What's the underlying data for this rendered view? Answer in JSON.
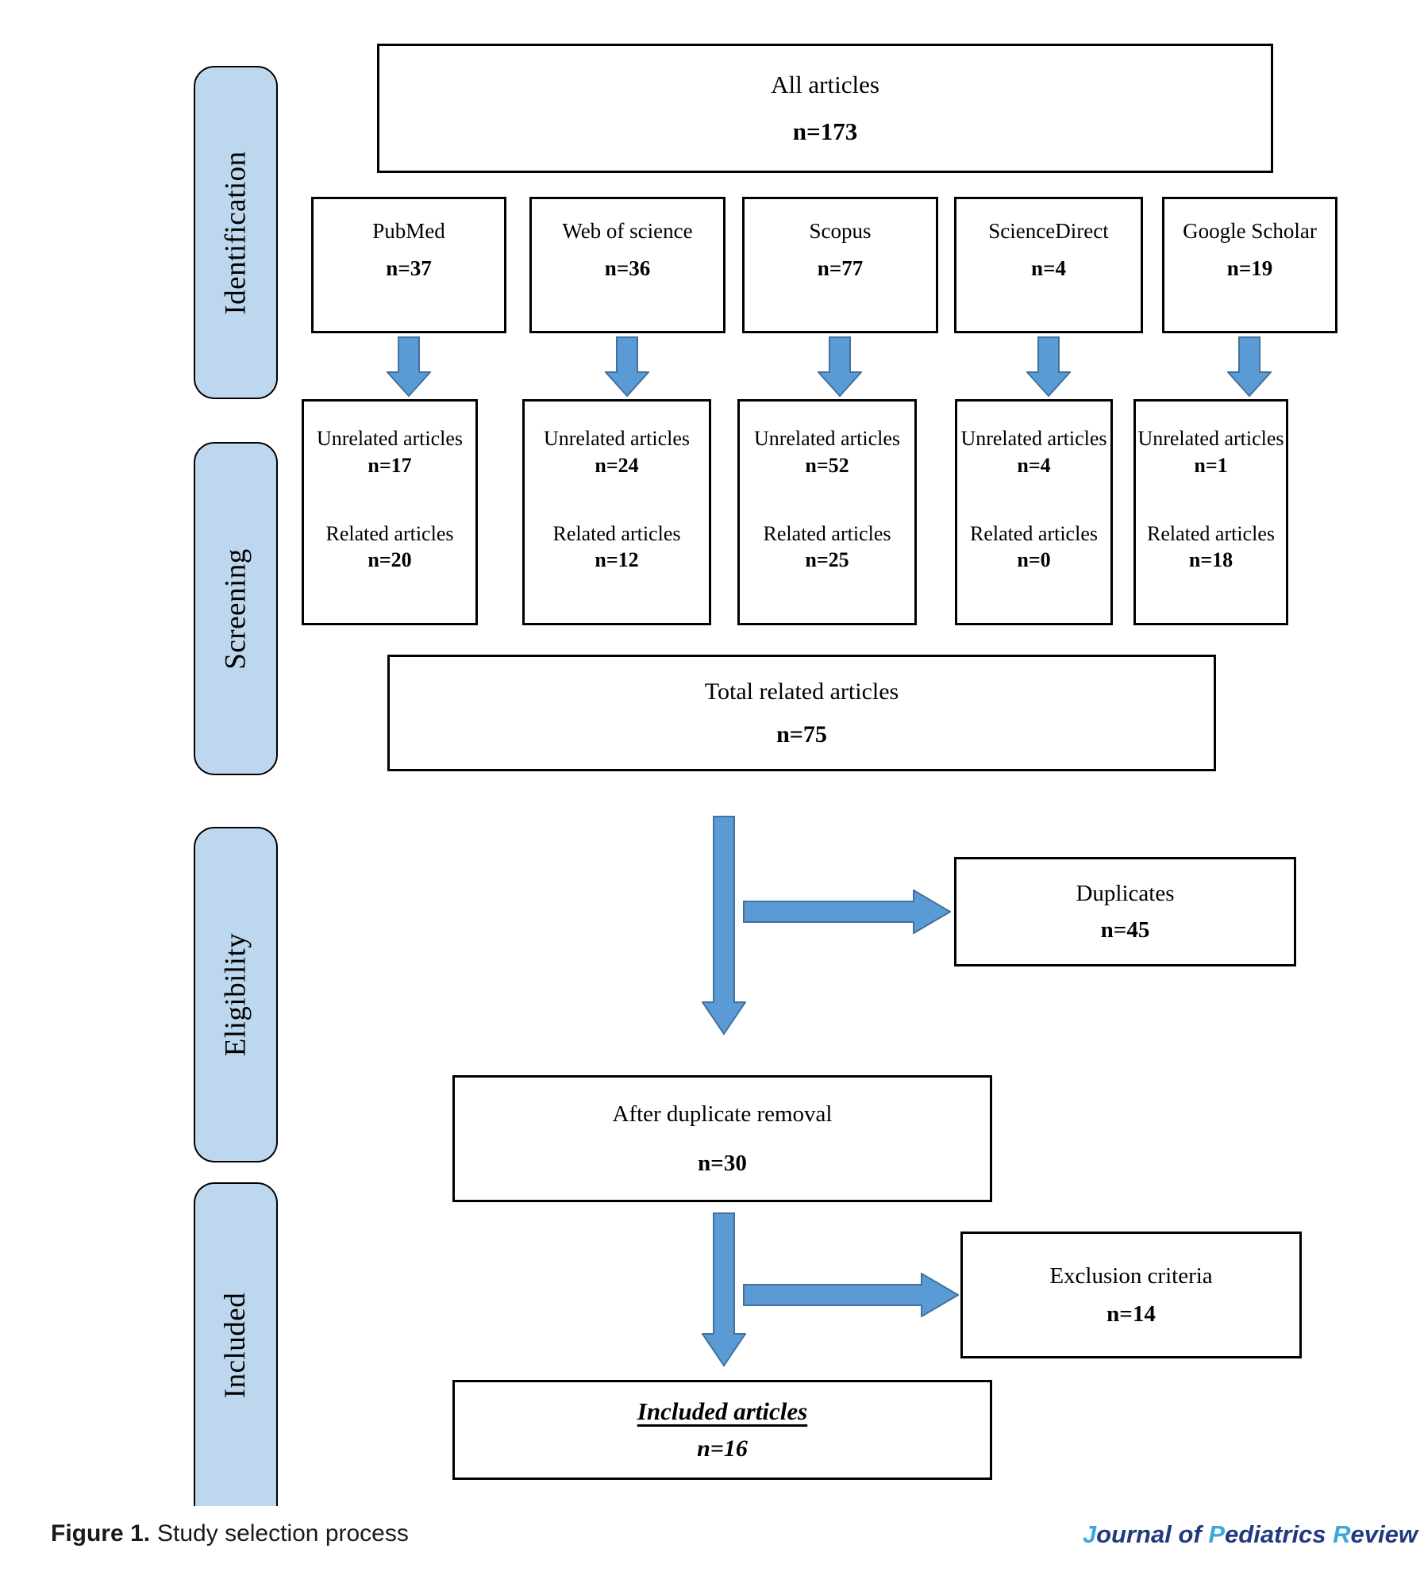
{
  "colors": {
    "band_fill": "#BDD7EE",
    "arrow_fill": "#5B9BD5",
    "arrow_stroke": "#41719C",
    "journal_light": "#3BA7DC",
    "journal_dark": "#213A7F"
  },
  "bands": [
    {
      "label": "Identification"
    },
    {
      "label": "Screening"
    },
    {
      "label": "Eligibility"
    },
    {
      "label": "Included"
    }
  ],
  "all_articles_box": {
    "title": "All articles",
    "count": "n=173"
  },
  "sources": [
    {
      "name": "PubMed",
      "count": "n=37"
    },
    {
      "name": "Web of science",
      "count": "n=36"
    },
    {
      "name": "Scopus",
      "count": "n=77"
    },
    {
      "name": "ScienceDirect",
      "count": "n=4"
    },
    {
      "name": "Google Scholar",
      "count": "n=19"
    }
  ],
  "screening": [
    {
      "unrelated_label": "Unrelated articles",
      "unrelated_n": "n=17",
      "related_label": "Related articles",
      "related_n": "n=20"
    },
    {
      "unrelated_label": "Unrelated articles",
      "unrelated_n": "n=24",
      "related_label": "Related articles",
      "related_n": "n=12"
    },
    {
      "unrelated_label": "Unrelated articles",
      "unrelated_n": "n=52",
      "related_label": "Related articles",
      "related_n": "n=25"
    },
    {
      "unrelated_label": "Unrelated articles",
      "unrelated_n": "n=4",
      "related_label": "Related articles",
      "related_n": "n=0"
    },
    {
      "unrelated_label": "Unrelated articles",
      "unrelated_n": "n=1",
      "related_label": "Related articles",
      "related_n": "n=18"
    }
  ],
  "total_box": {
    "title": "Total related articles",
    "count": "n=75"
  },
  "duplicates_box": {
    "title": "Duplicates",
    "count": "n=45"
  },
  "after_box": {
    "title": "After duplicate removal",
    "count": "n=30"
  },
  "exclusion_box": {
    "title": "Exclusion criteria",
    "count": "n=14"
  },
  "included_box": {
    "title": "Included articles",
    "count": "n=16"
  },
  "caption": {
    "figure_label": "Figure 1.",
    "text": "Study selection process"
  },
  "journal": {
    "j1": "J",
    "j2": "ournal of ",
    "p1": "P",
    "p2": "ediatrics ",
    "r1": "R",
    "r2": "eview"
  }
}
